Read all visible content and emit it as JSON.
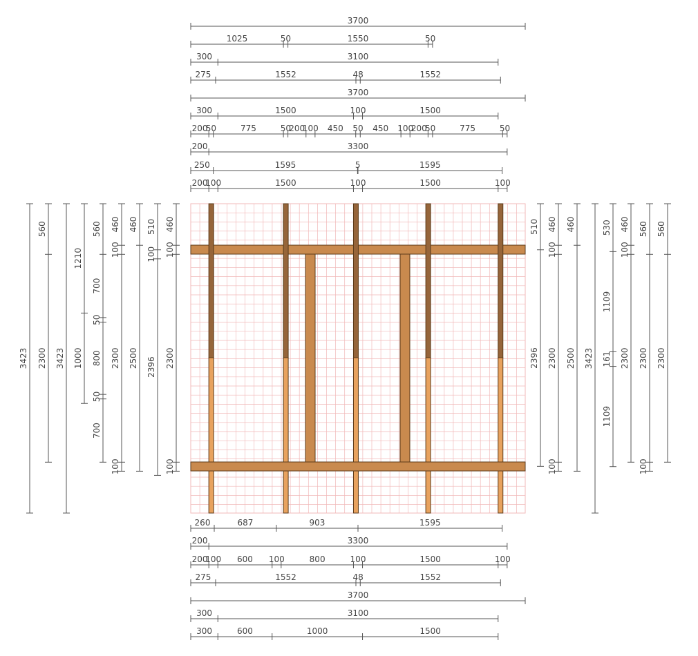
{
  "colors": {
    "grid": "#f1b8b8",
    "timber_light": "#e8a25e",
    "timber_medium": "#c98a4e",
    "timber_dark": "#96653a",
    "timber_outline": "#5a3a1a",
    "dimension_line": "#555555",
    "dimension_text": "#444444"
  },
  "dimensions": {
    "top": [
      [
        "3700"
      ],
      [
        "1025",
        "50",
        "1550",
        "50"
      ],
      [
        "300",
        "3100"
      ],
      [
        "275",
        "1552",
        "48",
        "1552"
      ],
      [
        "3700"
      ],
      [
        "300",
        "1500",
        "100",
        "1500"
      ],
      [
        "200",
        "50",
        "775",
        "50",
        "200",
        "100",
        "450",
        "50",
        "450",
        "100",
        "200",
        "50",
        "775",
        "50"
      ],
      [
        "200",
        "3300"
      ],
      [
        "250",
        "1595",
        "5",
        "1595"
      ],
      [
        "200",
        "100",
        "1500",
        "100",
        "1500",
        "100"
      ]
    ],
    "bottom": [
      [
        "260",
        "687",
        "903",
        "1595"
      ],
      [
        "200",
        "3300"
      ],
      [
        "200",
        "100",
        "600",
        "100",
        "800",
        "100",
        "1500",
        "100"
      ],
      [
        "275",
        "1552",
        "48",
        "1552"
      ],
      [
        "3700"
      ],
      [
        "300",
        "3100"
      ],
      [
        "300",
        "600",
        "1000",
        "1500"
      ]
    ],
    "left": [
      [
        "3423"
      ],
      [
        "560",
        "2300"
      ],
      [
        "3423"
      ],
      [
        "1210",
        "1000"
      ],
      [
        "560",
        "700",
        "50",
        "800",
        "50",
        "700"
      ],
      [
        "460",
        "100",
        "2300",
        "100"
      ],
      [
        "460",
        "2500"
      ],
      [
        "510",
        "100",
        "2396"
      ],
      [
        "460",
        "100",
        "2300",
        "100"
      ]
    ],
    "right": [
      [
        "510",
        "2396"
      ],
      [
        "460",
        "100",
        "2300",
        "100"
      ],
      [
        "460",
        "2500"
      ],
      [
        "3423"
      ],
      [
        "530",
        "1109",
        "161",
        "1109"
      ],
      [
        "460",
        "100",
        "2300"
      ],
      [
        "560",
        "2300",
        "100"
      ],
      [
        "560",
        "2300"
      ]
    ]
  }
}
